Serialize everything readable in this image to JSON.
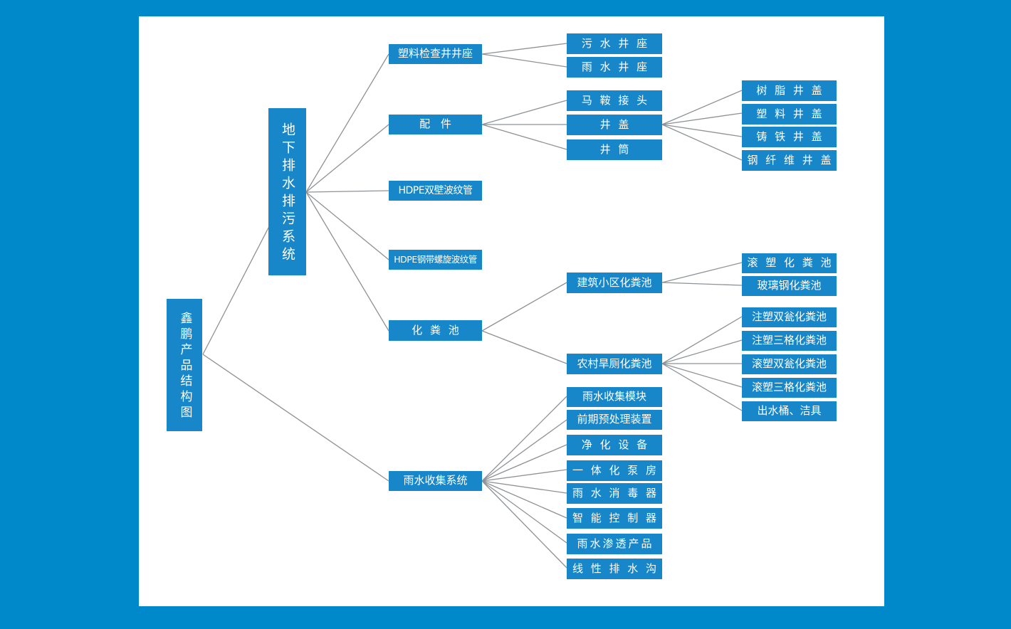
{
  "diagram": {
    "title": "鑫鹏产品结构图",
    "background_color": "#0089ca",
    "sheet_color": "#ffffff",
    "node_color": "#1787c9",
    "node_text_color": "#ffffff",
    "edge_color": "#8d9296",
    "root": {
      "label": "鑫鹏产品结构图"
    },
    "level1": [
      {
        "id": "underground",
        "label": "地下排水排污系统"
      },
      {
        "id": "rainwater",
        "label": "雨水收集系统"
      }
    ],
    "level2": [
      {
        "id": "plastic-inspection-well-base",
        "label": "塑料检查井井座"
      },
      {
        "id": "fittings",
        "label": "配  件"
      },
      {
        "id": "hdpe-double-wall",
        "label": "HDPE双壁波纹管"
      },
      {
        "id": "hdpe-steel-spiral",
        "label": "HDPE钢带螺旋波纹管"
      },
      {
        "id": "septic-tank",
        "label": "化 粪 池"
      }
    ],
    "well_base_children": [
      {
        "label": "污 水 井 座"
      },
      {
        "label": "雨 水 井 座"
      }
    ],
    "fittings_children": [
      {
        "label": "马 鞍 接 头"
      },
      {
        "label": "井    盖"
      },
      {
        "label": "井    筒"
      }
    ],
    "well_cover_children": [
      {
        "label": "树 脂 井 盖"
      },
      {
        "label": "塑 料 井 盖"
      },
      {
        "label": "铸 铁 井 盖"
      },
      {
        "label": "钢 纤 维 井 盖"
      }
    ],
    "septic_children": [
      {
        "id": "building-community-septic",
        "label": "建筑小区化粪池"
      },
      {
        "id": "rural-toilet-septic",
        "label": "农村旱厕化粪池"
      }
    ],
    "building_septic_children": [
      {
        "label": "滚 塑 化 粪 池"
      },
      {
        "label": "玻璃钢化粪池"
      }
    ],
    "rural_septic_children": [
      {
        "label": "注塑双瓮化粪池"
      },
      {
        "label": "注塑三格化粪池"
      },
      {
        "label": "滚塑双瓮化粪池"
      },
      {
        "label": "滚塑三格化粪池"
      },
      {
        "label": "出水桶、洁具"
      }
    ],
    "rainwater_children": [
      {
        "label": "雨水收集模块"
      },
      {
        "label": "前期预处理装置"
      },
      {
        "label": "净 化 设 备"
      },
      {
        "label": "一 体 化 泵 房"
      },
      {
        "label": "雨 水 消 毒 器"
      },
      {
        "label": "智 能 控 制 器"
      },
      {
        "label": "雨水渗透产品"
      },
      {
        "label": "线 性 排 水 沟"
      }
    ]
  }
}
